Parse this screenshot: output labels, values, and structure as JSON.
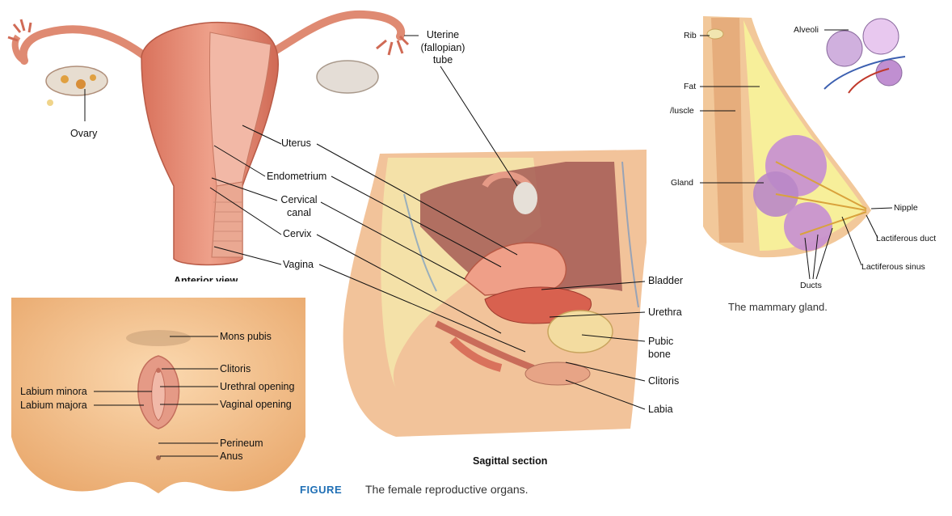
{
  "figure": {
    "tag": "FIGURE",
    "caption": "The female reproductive organs."
  },
  "anterior": {
    "ovary": "Ovary",
    "tube_line1": "Uterine",
    "tube_line2": "(fallopian)",
    "tube_line3": "tube",
    "uterus": "Uterus",
    "endometrium": "Endometrium",
    "cervical_line1": "Cervical",
    "cervical_line2": "canal",
    "cervix": "Cervix",
    "vagina": "Vagina",
    "view_caption": "Anterior view"
  },
  "external": {
    "mons_pubis": "Mons pubis",
    "clitoris": "Clitoris",
    "urethral_opening": "Urethral opening",
    "vaginal_opening": "Vaginal opening",
    "labium_minora": "Labium minora",
    "labium_majora": "Labium majora",
    "perineum": "Perineum",
    "anus": "Anus"
  },
  "sagittal": {
    "bladder": "Bladder",
    "urethra": "Urethra",
    "pubic_line1": "Pubic",
    "pubic_line2": "bone",
    "clitoris": "Clitoris",
    "labia": "Labia",
    "caption": "Sagittal section"
  },
  "mammary": {
    "rib": "Rib",
    "fat": "Fat",
    "muscle": "/luscle",
    "gland": "Gland",
    "alveoli": "Alveoli",
    "nipple": "Nipple",
    "lactiferous_duct": "Lactiferous duct",
    "lactiferous_sinus": "Lactiferous sinus",
    "ducts": "Ducts",
    "caption": "The mammary gland."
  },
  "colors": {
    "tissue": "#e8917a",
    "tissue_dark": "#c9634e",
    "skin": "#f3c08c",
    "fat_yellow": "#f6ec8e",
    "gland_purple": "#b987c8",
    "caption_blue": "#1f6fb5"
  }
}
